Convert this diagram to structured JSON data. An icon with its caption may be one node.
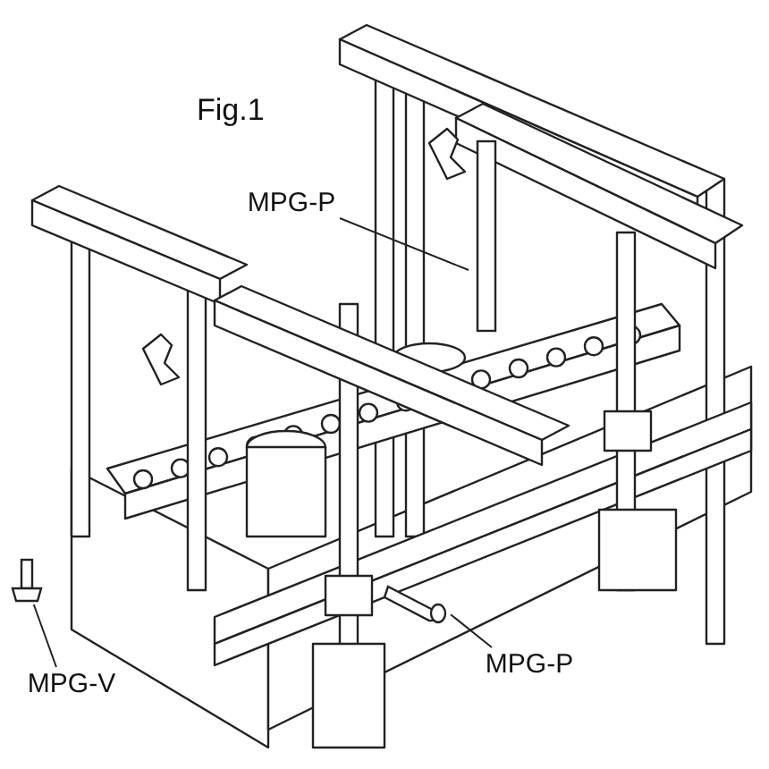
{
  "diagram": {
    "title": "Fig.1",
    "nodes": [
      {
        "text": [
          "MPG-P"
        ]
      },
      {
        "text": [],
        "shape": "bar"
      },
      {
        "text": [
          "MPG-P"
        ]
      },
      {
        "text": [],
        "shape": "cylinder"
      },
      {
        "text": [
          "MPG-V"
        ]
      },
      {
        "text": [],
        "shape": "picture"
      }
    ],
    "edges": [
      {
        "from": 0,
        "to": 1,
        "arrow": "none"
      },
      {
        "from": 2,
        "to": 3,
        "arrow": "none"
      },
      {
        "from": 4,
        "to": 5,
        "arrow": "none"
      }
    ]
  }
}
